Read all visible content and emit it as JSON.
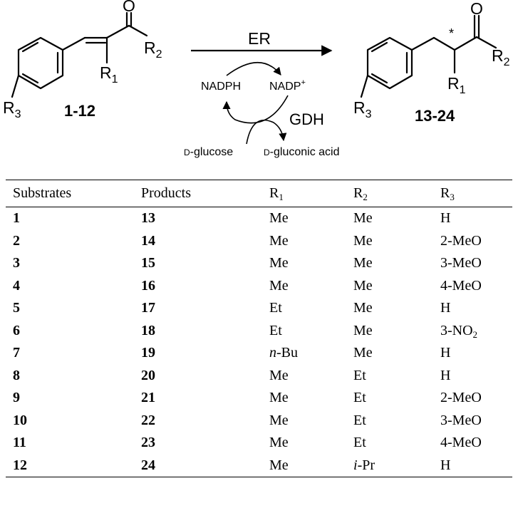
{
  "scheme": {
    "substrate_label": "1-12",
    "product_label": "13-24",
    "enzyme_top": "ER",
    "cofactor_reduced": "NADPH",
    "cofactor_oxidized": "NADP",
    "cofactor_charge": "+",
    "enzyme_bottom": "GDH",
    "sugar_prefix": "D",
    "sugar_in": "-glucose",
    "sugar_out": "-gluconic acid",
    "atom_O": "O",
    "r1": "R",
    "r1_sub": "1",
    "r2": "R",
    "r2_sub": "2",
    "r3": "R",
    "r3_sub": "3",
    "stereo_mark": "*"
  },
  "table": {
    "headers": [
      {
        "text": "Substrates",
        "sub": ""
      },
      {
        "text": "Products",
        "sub": ""
      },
      {
        "text": "R",
        "sub": "1"
      },
      {
        "text": "R",
        "sub": "2"
      },
      {
        "text": "R",
        "sub": "3"
      }
    ],
    "rows": [
      {
        "substrate": "1",
        "product": "13",
        "r1": "Me",
        "r1_italic": "",
        "r2": "Me",
        "r2_italic": "",
        "r3": "H",
        "r3_sub": ""
      },
      {
        "substrate": "2",
        "product": "14",
        "r1": "Me",
        "r1_italic": "",
        "r2": "Me",
        "r2_italic": "",
        "r3": "2-MeO",
        "r3_sub": ""
      },
      {
        "substrate": "3",
        "product": "15",
        "r1": "Me",
        "r1_italic": "",
        "r2": "Me",
        "r2_italic": "",
        "r3": "3-MeO",
        "r3_sub": ""
      },
      {
        "substrate": "4",
        "product": "16",
        "r1": "Me",
        "r1_italic": "",
        "r2": "Me",
        "r2_italic": "",
        "r3": "4-MeO",
        "r3_sub": ""
      },
      {
        "substrate": "5",
        "product": "17",
        "r1": "Et",
        "r1_italic": "",
        "r2": "Me",
        "r2_italic": "",
        "r3": "H",
        "r3_sub": ""
      },
      {
        "substrate": "6",
        "product": "18",
        "r1": "Et",
        "r1_italic": "",
        "r2": "Me",
        "r2_italic": "",
        "r3": "3-NO",
        "r3_sub": "2"
      },
      {
        "substrate": "7",
        "product": "19",
        "r1": "-Bu",
        "r1_italic": "n",
        "r2": "Me",
        "r2_italic": "",
        "r3": "H",
        "r3_sub": ""
      },
      {
        "substrate": "8",
        "product": "20",
        "r1": "Me",
        "r1_italic": "",
        "r2": "Et",
        "r2_italic": "",
        "r3": "H",
        "r3_sub": ""
      },
      {
        "substrate": "9",
        "product": "21",
        "r1": "Me",
        "r1_italic": "",
        "r2": "Et",
        "r2_italic": "",
        "r3": "2-MeO",
        "r3_sub": ""
      },
      {
        "substrate": "10",
        "product": "22",
        "r1": "Me",
        "r1_italic": "",
        "r2": "Et",
        "r2_italic": "",
        "r3": "3-MeO",
        "r3_sub": ""
      },
      {
        "substrate": "11",
        "product": "23",
        "r1": "Me",
        "r1_italic": "",
        "r2": "Et",
        "r2_italic": "",
        "r3": "4-MeO",
        "r3_sub": ""
      },
      {
        "substrate": "12",
        "product": "24",
        "r1": "Me",
        "r1_italic": "",
        "r2": "-Pr",
        "r2_italic": "i",
        "r3": "H",
        "r3_sub": ""
      }
    ]
  }
}
